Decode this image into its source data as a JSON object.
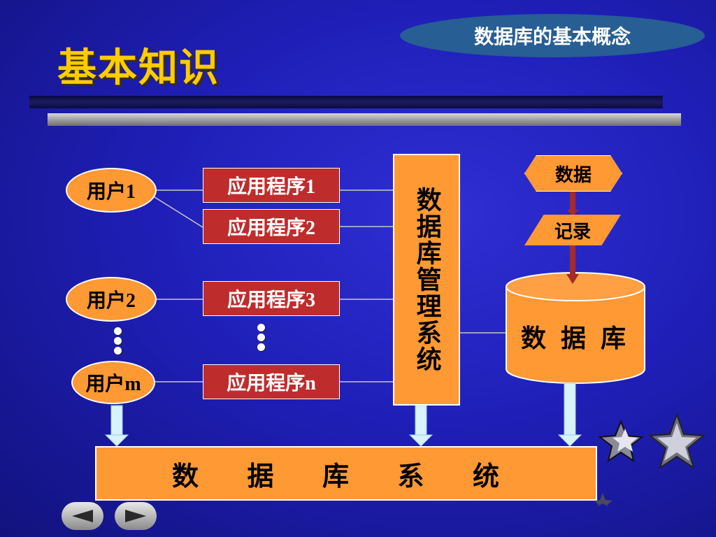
{
  "header": {
    "title": "基本知识",
    "topic": "数据库的基本概念"
  },
  "diagram": {
    "users": [
      "用户1",
      "用户2",
      "用户m"
    ],
    "apps": [
      "应用程序1",
      "应用程序2",
      "应用程序3",
      "应用程序n"
    ],
    "dbms": "数据库管理系统",
    "data": "数据",
    "record": "记录",
    "database": "数 据 库",
    "database_system": "数 据 库 系 统"
  },
  "colors": {
    "background": "#2525c4",
    "orange": "#ff9933",
    "app_red": "#bf2c2c",
    "title_yellow": "#ffcc00",
    "pill_blue": "#275e94"
  },
  "icons": {
    "nav_prev": "triangle-left-icon",
    "nav_next": "triangle-right-icon",
    "decor": "star-icon"
  }
}
